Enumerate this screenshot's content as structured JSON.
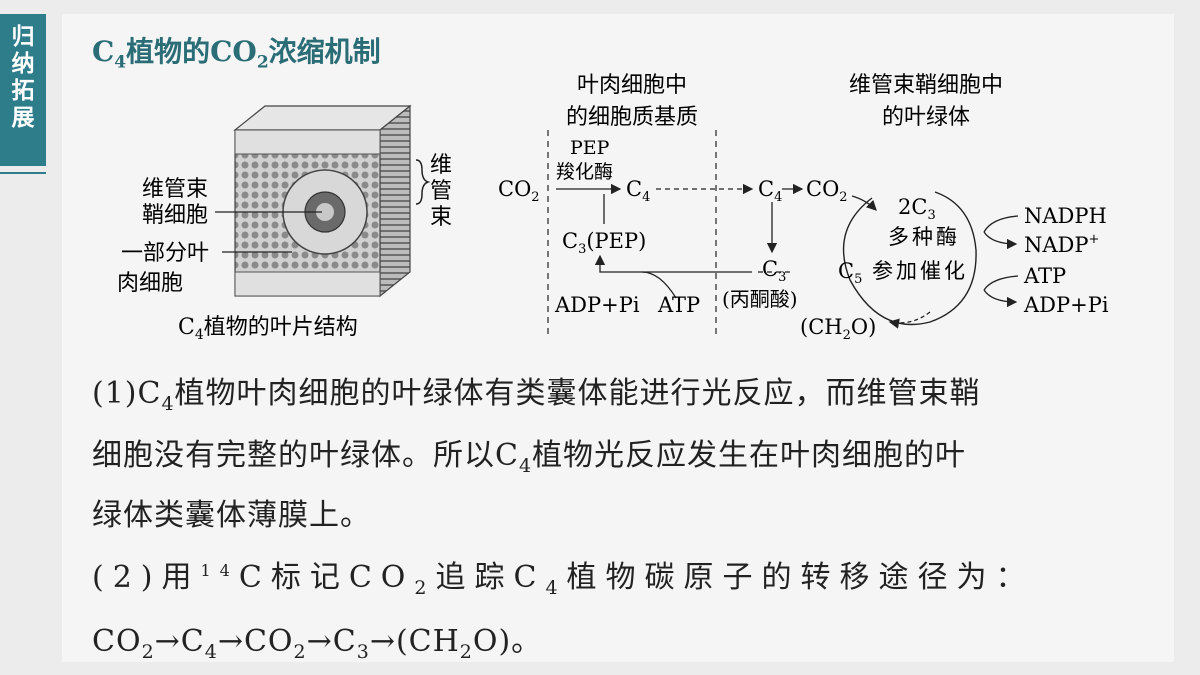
{
  "side_tag": [
    "归",
    "纳",
    "拓",
    "展"
  ],
  "title": {
    "pre": "C",
    "sub": "4",
    "post": "植物的CO",
    "sub2": "2",
    "post2": "浓缩机制"
  },
  "leaf": {
    "caption_pre": "C",
    "caption_sub": "4",
    "caption_post": "植物的叶片结构",
    "label_bundle_sheath_1": "维管束",
    "label_bundle_sheath_2": "鞘细胞",
    "label_mesophyll_1": "一部分叶",
    "label_mesophyll_2": "肉细胞",
    "label_vascular": [
      "维",
      "管",
      "束"
    ]
  },
  "pathway": {
    "mesophyll_header_1": "叶肉细胞中",
    "mesophyll_header_2": "的细胞质基质",
    "sheath_header_1": "维管束鞘细胞中",
    "sheath_header_2": "的叶绿体",
    "co2": "CO",
    "sub2": "2",
    "pep": "PEP",
    "enzyme": "羧化酶",
    "c": "C",
    "sub4": "4",
    "sub3": "3",
    "sub5": "5",
    "c3_pep": "(PEP)",
    "adp_pi": "ADP+Pi",
    "atp": "ATP",
    "pyruvate": "(丙酮酸)",
    "two_c3": "2C",
    "multi_enzyme": "多种酶",
    "participate": "参加催化",
    "ch2o_a": "(CH",
    "ch2o_b": "O)",
    "nadph": "NADPH",
    "nadp": "NADP",
    "plus": "+"
  },
  "paragraphs": {
    "p1a": "(1)C",
    "p1sub": "4",
    "p1b": "植物叶肉细胞的叶绿体有类囊体能进行光反应，而维管束鞘",
    "p2": "细胞没有完整的叶绿体。所以C",
    "p2sub": "4",
    "p2b": "植物光反应发生在叶肉细胞的叶",
    "p3": "绿体类囊体薄膜上。",
    "p4a": "(2)用",
    "p4sup": "14",
    "p4b": "C标记CO",
    "p4sub": "2",
    "p4c": "追踪C",
    "p4sub2": "4",
    "p4d": "植物碳原子的转移途径为：",
    "p5a": "CO",
    "p5s1": "2",
    "p5b": "→C",
    "p5s2": "4",
    "p5c": "→CO",
    "p5s3": "2",
    "p5d": "→C",
    "p5s4": "3",
    "p5e": "→(CH",
    "p5s5": "2",
    "p5f": "O)。"
  }
}
